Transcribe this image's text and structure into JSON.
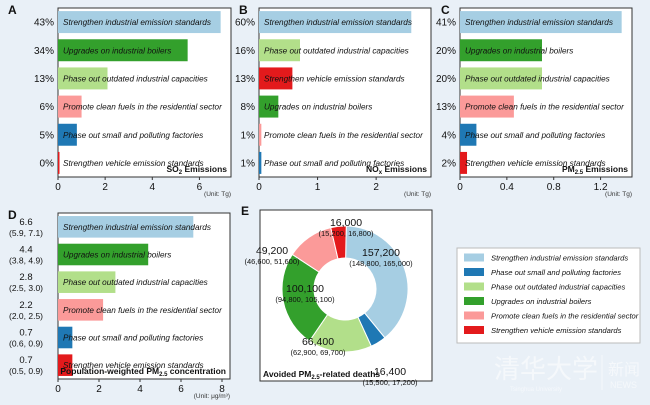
{
  "colors": {
    "industrial": "#a6cee3",
    "phaseout_small": "#1f78b4",
    "phaseout_capacity": "#b2df8a",
    "boilers": "#33a02c",
    "residential": "#fb9a99",
    "vehicle": "#e31a1c",
    "background": "#e9f0f7"
  },
  "legend": {
    "items": [
      {
        "label": "Strengthen industrial emission standards",
        "color": "#a6cee3"
      },
      {
        "label": "Phase out small and polluting factories",
        "color": "#1f78b4"
      },
      {
        "label": "Phase out outdated industrial capacities",
        "color": "#b2df8a"
      },
      {
        "label": "Upgrades on industrial boilers",
        "color": "#33a02c"
      },
      {
        "label": "Promote clean fuels in the residential sector",
        "color": "#fb9a99"
      },
      {
        "label": "Strengthen vehicle emission standards",
        "color": "#e31a1c"
      }
    ]
  },
  "watermark": {
    "chinese": "清华大学",
    "english": "Tsinghua University",
    "news_cn": "新闻",
    "news_en": "NEWS"
  },
  "chart_data": [
    {
      "panel": "A",
      "type": "bar",
      "orientation": "horizontal",
      "title_main": "SO",
      "title_sub": "2",
      "title_tail": " Emissions",
      "unit": "(Unit: Tg)",
      "xlim": [
        0,
        7
      ],
      "xticks": [
        0,
        2,
        4,
        6
      ],
      "bars": [
        {
          "label": "Strengthen industrial emission standards",
          "value": 6.9,
          "pct": "43%",
          "color": "#a6cee3"
        },
        {
          "label": "Upgrades on industrial boilers",
          "value": 5.5,
          "pct": "34%",
          "color": "#33a02c"
        },
        {
          "label": "Phase out outdated industrial capacities",
          "value": 2.1,
          "pct": "13%",
          "color": "#b2df8a"
        },
        {
          "label": "Promote clean fuels in the residential sector",
          "value": 1.0,
          "pct": "6%",
          "color": "#fb9a99"
        },
        {
          "label": "Phase out small and polluting factories",
          "value": 0.8,
          "pct": "5%",
          "color": "#1f78b4"
        },
        {
          "label": "Strengthen vehicle emission standards",
          "value": 0.05,
          "pct": "0%",
          "color": "#e31a1c"
        }
      ]
    },
    {
      "panel": "B",
      "type": "bar",
      "orientation": "horizontal",
      "title_main": "NO",
      "title_sub": "x",
      "title_tail": " Emissions",
      "unit": "(Unit: Tg)",
      "xlim": [
        0,
        2.8
      ],
      "xticks": [
        0,
        1,
        2
      ],
      "bars": [
        {
          "label": "Strengthen industrial emission standards",
          "value": 2.6,
          "pct": "60%",
          "color": "#a6cee3"
        },
        {
          "label": "Phase out outdated industrial capacities",
          "value": 0.7,
          "pct": "16%",
          "color": "#b2df8a"
        },
        {
          "label": "Strengthen vehicle emission standards",
          "value": 0.57,
          "pct": "13%",
          "color": "#e31a1c"
        },
        {
          "label": "Upgrades on industrial boilers",
          "value": 0.33,
          "pct": "8%",
          "color": "#33a02c"
        },
        {
          "label": "Promote clean fuels in the residential sector",
          "value": 0.04,
          "pct": "1%",
          "color": "#fb9a99"
        },
        {
          "label": "Phase out small and polluting factories",
          "value": 0.04,
          "pct": "1%",
          "color": "#1f78b4"
        }
      ]
    },
    {
      "panel": "C",
      "type": "bar",
      "orientation": "horizontal",
      "title_main": "PM",
      "title_sub": "2.5",
      "title_tail": " Emissions",
      "unit": "(Unit: Tg)",
      "xlim": [
        0,
        1.4
      ],
      "xticks": [
        0,
        0.4,
        0.8,
        1.2
      ],
      "bars": [
        {
          "label": "Strengthen industrial emission standards",
          "value": 1.38,
          "pct": "41%",
          "color": "#a6cee3"
        },
        {
          "label": "Upgrades on industrial boilers",
          "value": 0.7,
          "pct": "20%",
          "color": "#33a02c"
        },
        {
          "label": "Phase out outdated industrial capacities",
          "value": 0.7,
          "pct": "20%",
          "color": "#b2df8a"
        },
        {
          "label": "Promote clean fuels in the residential sector",
          "value": 0.46,
          "pct": "13%",
          "color": "#fb9a99"
        },
        {
          "label": "Phase out small and polluting factories",
          "value": 0.14,
          "pct": "4%",
          "color": "#1f78b4"
        },
        {
          "label": "Strengthen vehicle emission standards",
          "value": 0.06,
          "pct": "2%",
          "color": "#e31a1c"
        }
      ]
    },
    {
      "panel": "D",
      "type": "bar",
      "orientation": "horizontal",
      "title_main": "Population-weighted PM",
      "title_sub": "2.5",
      "title_tail": " concentration",
      "unit": "(Unit: μg/m³)",
      "xlim": [
        0,
        8
      ],
      "xticks": [
        0,
        2,
        4,
        6,
        8
      ],
      "bars": [
        {
          "label": "Strengthen industrial emission standards",
          "value": 6.6,
          "pct": "6.6",
          "range": "(5.9, 7.1)",
          "color": "#a6cee3"
        },
        {
          "label": "Upgrades on industrial boilers",
          "value": 4.4,
          "pct": "4.4",
          "range": "(3.8, 4.9)",
          "color": "#33a02c"
        },
        {
          "label": "Phase out outdated industrial capacities",
          "value": 2.8,
          "pct": "2.8",
          "range": "(2.5, 3.0)",
          "color": "#b2df8a"
        },
        {
          "label": "Promote clean fuels in the residential sector",
          "value": 2.2,
          "pct": "2.2",
          "range": "(2.0, 2.5)",
          "color": "#fb9a99"
        },
        {
          "label": "Phase out small and polluting factories",
          "value": 0.7,
          "pct": "0.7",
          "range": "(0.6, 0.9)",
          "color": "#1f78b4"
        },
        {
          "label": "Strengthen vehicle emission standards",
          "value": 0.7,
          "pct": "0.7",
          "range": "(0.5, 0.9)",
          "color": "#e31a1c"
        }
      ]
    },
    {
      "panel": "E",
      "type": "pie",
      "donut": true,
      "title_main": "Avoided PM",
      "title_sub": "2.5",
      "title_tail": "-related deaths",
      "slices": [
        {
          "label": "Strengthen industrial emission standards",
          "value": 157200,
          "text": "157,200",
          "range": "(148,800, 165,000)",
          "color": "#a6cee3"
        },
        {
          "label": "Phase out small and polluting factories",
          "value": 16400,
          "text": "16,400",
          "range": "(15,500, 17,200)",
          "color": "#1f78b4"
        },
        {
          "label": "Phase out outdated industrial capacities",
          "value": 66400,
          "text": "66,400",
          "range": "(62,900, 69,700)",
          "color": "#b2df8a"
        },
        {
          "label": "Upgrades on industrial boilers",
          "value": 100100,
          "text": "100,100",
          "range": "(94,800, 105,100)",
          "color": "#33a02c"
        },
        {
          "label": "Promote clean fuels in the residential sector",
          "value": 49200,
          "text": "49,200",
          "range": "(46,600, 51,600)",
          "color": "#fb9a99"
        },
        {
          "label": "Strengthen vehicle emission standards",
          "value": 16000,
          "text": "16,000",
          "range": "(15,200, 16,800)",
          "color": "#e31a1c"
        }
      ]
    }
  ]
}
